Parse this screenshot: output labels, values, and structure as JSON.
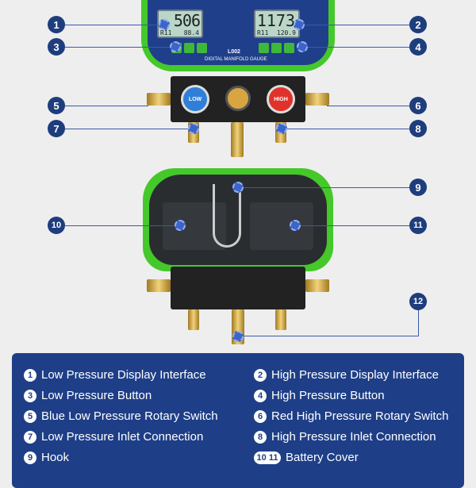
{
  "device": {
    "model": "L002",
    "name": "DIGITAL MANIFOLD GAUGE",
    "low_value": "506",
    "high_value": "1173",
    "low_ref": "R11",
    "high_ref": "R11",
    "low_temp": "88.4",
    "high_temp": "120.9",
    "knob_low": "LOW",
    "knob_high": "HIGH"
  },
  "badges": [
    "1",
    "2",
    "3",
    "4",
    "5",
    "6",
    "7",
    "8",
    "9",
    "10",
    "11",
    "12"
  ],
  "legend": [
    {
      "num": "1",
      "label": "Low Pressure Display Interface"
    },
    {
      "num": "2",
      "label": "High Pressure Display Interface"
    },
    {
      "num": "3",
      "label": "Low Pressure Button"
    },
    {
      "num": "4",
      "label": "High Pressure Button"
    },
    {
      "num": "5",
      "label": "Blue Low Pressure Rotary Switch"
    },
    {
      "num": "6",
      "label": "Red High Pressure Rotary Switch"
    },
    {
      "num": "7",
      "label": "Low Pressure Inlet Connection"
    },
    {
      "num": "8",
      "label": "High Pressure Inlet Connection"
    },
    {
      "num": "9",
      "label": "Hook"
    },
    {
      "num": "10 11",
      "label": "Battery Cover"
    }
  ],
  "colors": {
    "accent": "#1e3f87",
    "green": "#45c82a"
  }
}
